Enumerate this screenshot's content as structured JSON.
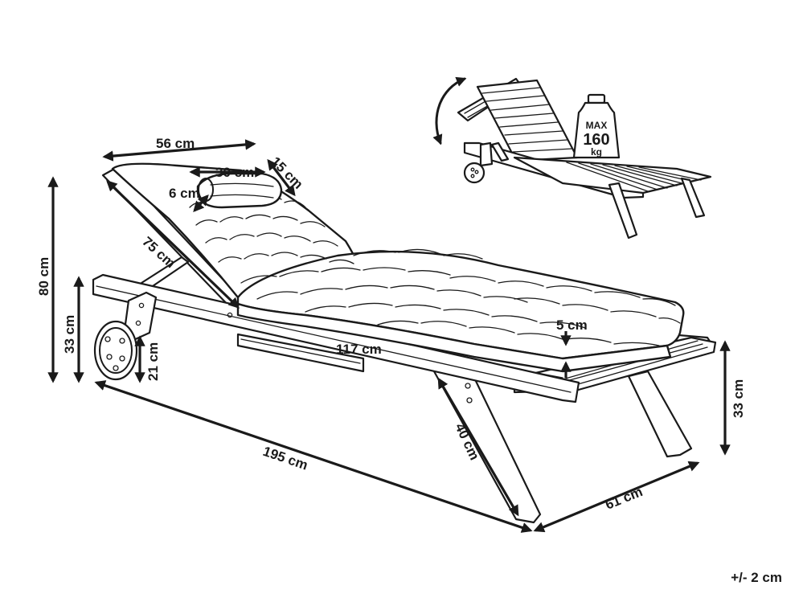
{
  "dimensions": {
    "backrest_width": "56 cm",
    "pillow_length": "30 cm",
    "pillow_depth": "15 cm",
    "pillow_height": "6 cm",
    "backrest_length": "75 cm",
    "total_height": "80 cm",
    "frame_height": "33 cm",
    "wheel_height": "21 cm",
    "seat_length": "117 cm",
    "cushion_thickness": "5 cm",
    "total_length": "195 cm",
    "leg_length": "40 cm",
    "total_width": "61 cm",
    "seat_height": "33 cm"
  },
  "weight_badge": {
    "label": "MAX",
    "value": "160",
    "unit": "kg"
  },
  "tolerance": "+/- 2 cm"
}
